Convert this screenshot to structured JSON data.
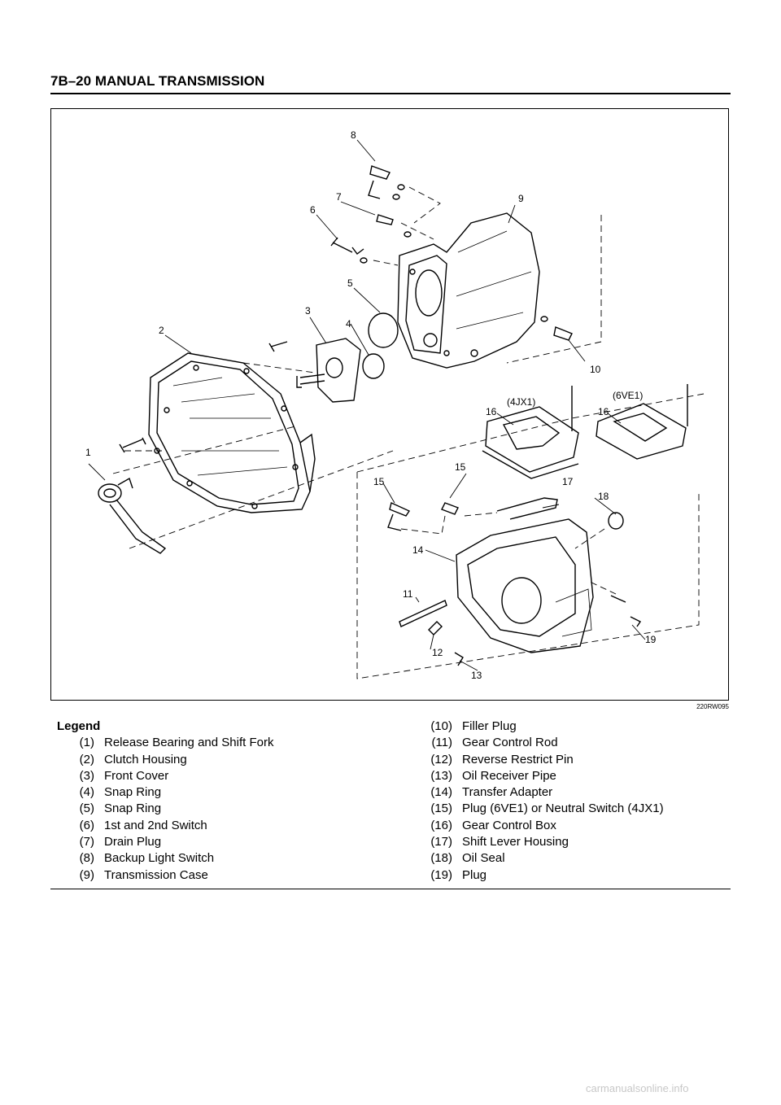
{
  "header": {
    "title": "7B–20  MANUAL TRANSMISSION"
  },
  "figure": {
    "code": "220RW095",
    "callouts": {
      "c1": "1",
      "c2": "2",
      "c3": "3",
      "c4": "4",
      "c5": "5",
      "c6": "6",
      "c7": "7",
      "c8": "8",
      "c9": "9",
      "c10": "10",
      "c11": "11",
      "c12": "12",
      "c13": "13",
      "c14": "14",
      "c15a": "15",
      "c15b": "15",
      "c16a": "16",
      "c16b": "16",
      "c17": "17",
      "c18": "18",
      "c19": "19",
      "v4jx1": "(4JX1)",
      "v6ve1": "(6VE1)"
    }
  },
  "legend": {
    "title": "Legend",
    "left": [
      {
        "num": "(1)",
        "text": "Release Bearing and Shift Fork"
      },
      {
        "num": "(2)",
        "text": "Clutch Housing"
      },
      {
        "num": "(3)",
        "text": "Front Cover"
      },
      {
        "num": "(4)",
        "text": "Snap Ring"
      },
      {
        "num": "(5)",
        "text": "Snap Ring"
      },
      {
        "num": "(6)",
        "text": "1st and 2nd Switch"
      },
      {
        "num": "(7)",
        "text": "Drain Plug"
      },
      {
        "num": "(8)",
        "text": "Backup Light Switch"
      },
      {
        "num": "(9)",
        "text": "Transmission Case"
      }
    ],
    "right": [
      {
        "num": "(10)",
        "text": "Filler Plug"
      },
      {
        "num": "(11)",
        "text": "Gear Control Rod"
      },
      {
        "num": "(12)",
        "text": "Reverse Restrict Pin"
      },
      {
        "num": "(13)",
        "text": "Oil Receiver Pipe"
      },
      {
        "num": "(14)",
        "text": "Transfer Adapter"
      },
      {
        "num": "(15)",
        "text": "Plug (6VE1) or Neutral Switch (4JX1)"
      },
      {
        "num": "(16)",
        "text": "Gear Control Box"
      },
      {
        "num": "(17)",
        "text": "Shift Lever Housing"
      },
      {
        "num": "(18)",
        "text": "Oil Seal"
      },
      {
        "num": "(19)",
        "text": "Plug"
      }
    ]
  },
  "footer": {
    "watermark": "carmanualsonline.info"
  }
}
